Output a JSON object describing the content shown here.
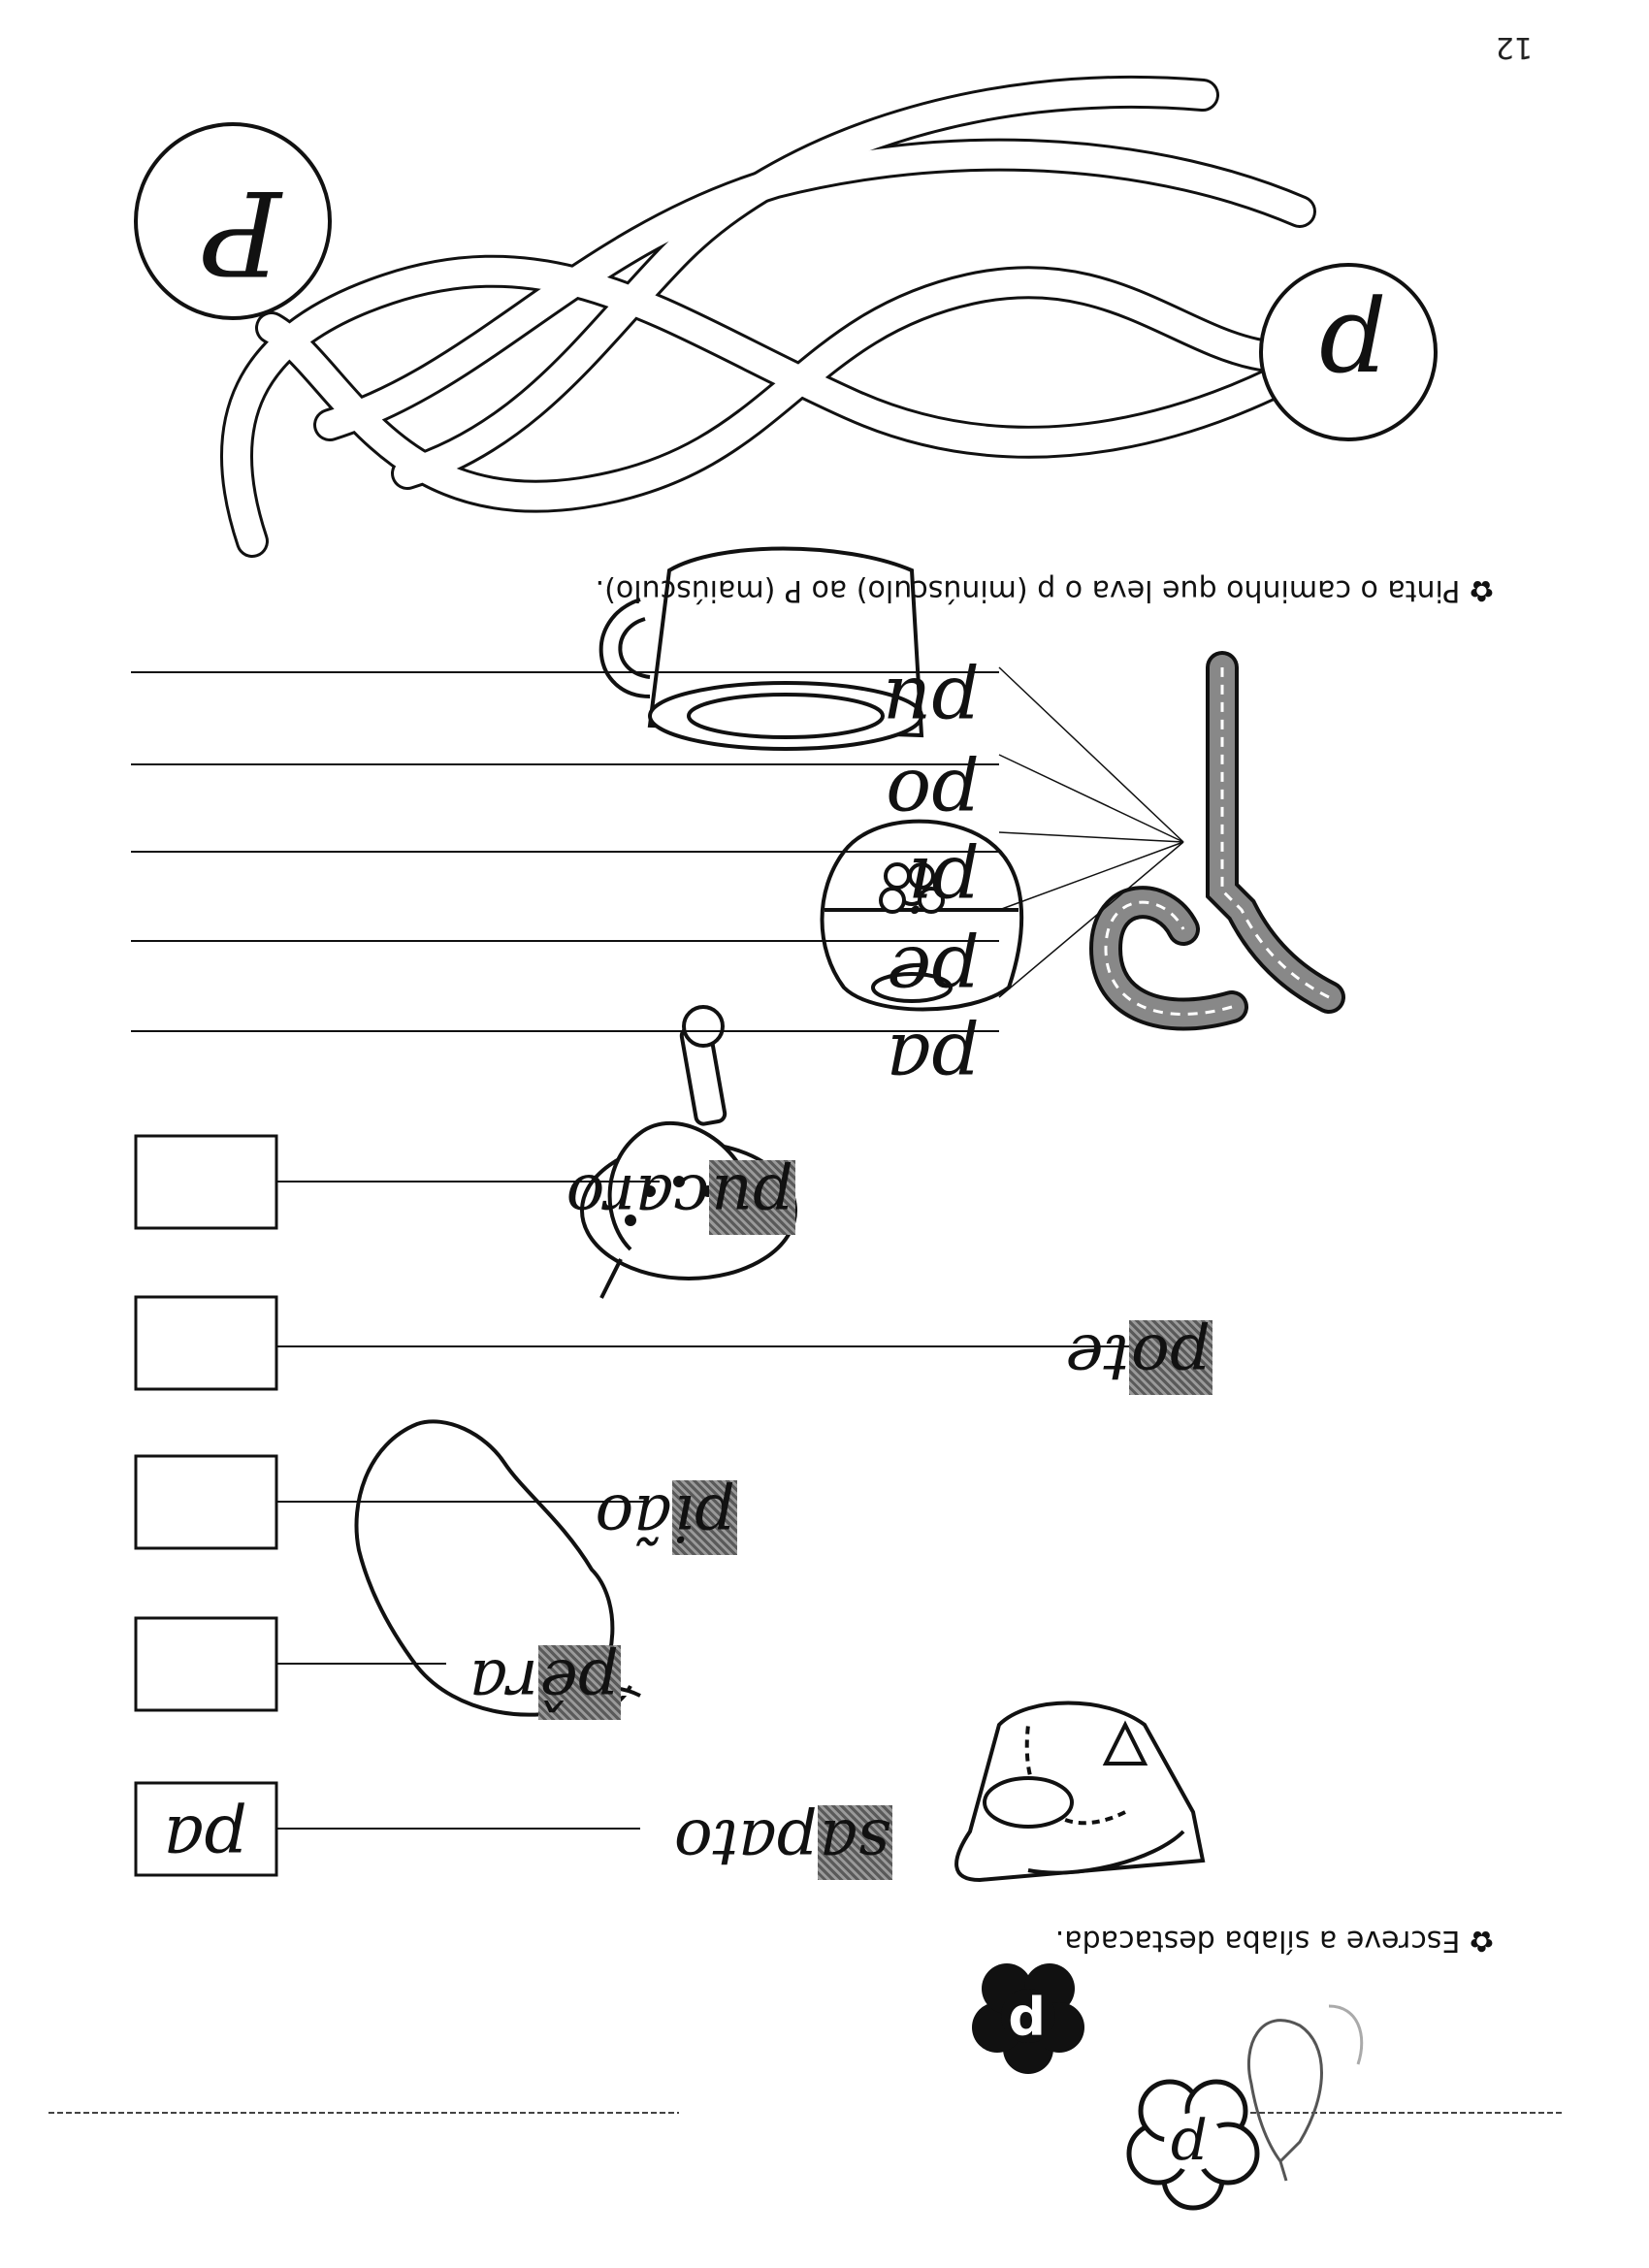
{
  "page_number": "12",
  "header_badge_letter": "p",
  "tracing": {
    "letter": "p",
    "syllables": [
      "pa",
      "pe",
      "pi",
      "po",
      "pu"
    ]
  },
  "maze": {
    "instruction": "Pinta o caminho que leva o p (minúsculo) ao P (maiúsculo).",
    "start_letter": "p",
    "end_letter": "P"
  },
  "exercise": {
    "instruction": "Escreve a sílaba destacada.",
    "items": [
      {
        "picture": "slippers",
        "prefix": "",
        "highlight": "sa",
        "suffix": "pato",
        "answer": "pa"
      },
      {
        "picture": "pear",
        "prefix": "",
        "highlight": "pê",
        "suffix": "ra",
        "answer": ""
      },
      {
        "picture": "spinning-top",
        "prefix": "",
        "highlight": "pi",
        "suffix": "ão",
        "answer": ""
      },
      {
        "picture": "pot",
        "prefix": "",
        "highlight": "po",
        "suffix": "te",
        "answer": ""
      },
      {
        "picture": "cup",
        "prefix": "",
        "highlight": "pu",
        "suffix": "caro",
        "answer": ""
      }
    ]
  }
}
